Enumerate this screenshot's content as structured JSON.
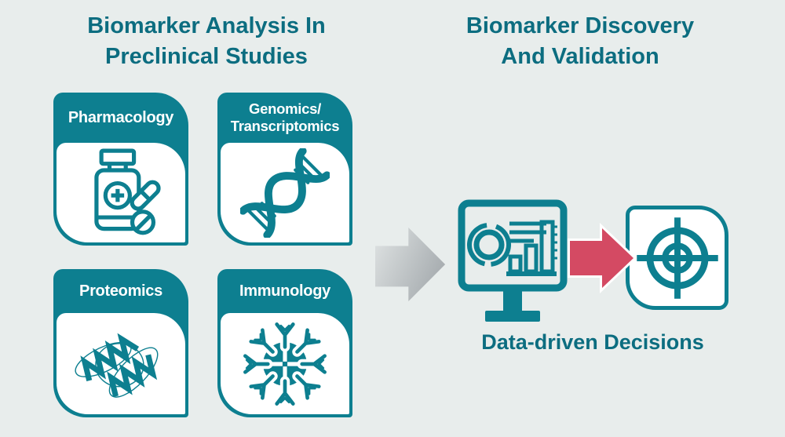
{
  "colors": {
    "background": "#e8edec",
    "teal": "#0d7f90",
    "title_teal": "#0c6d80",
    "card_label_text": "#ffffff",
    "red_arrow": "#d44a63",
    "gray_arrow_light": "#e0e4e4",
    "gray_arrow_dark": "#9ca2a6"
  },
  "left_section": {
    "title_line1": "Biomarker Analysis In",
    "title_line2": "Preclinical Studies",
    "cards": [
      {
        "label_line1": "Pharmacology",
        "icon": "medicine-bottle-icon"
      },
      {
        "label_line1": "Genomics/",
        "label_line2": "Transcriptomics",
        "icon": "dna-helix-icon"
      },
      {
        "label_line1": "Proteomics",
        "icon": "protein-structure-icon"
      },
      {
        "label_line1": "Immunology",
        "icon": "antibody-cell-icon"
      }
    ]
  },
  "flow": {
    "left_arrow_icon": "gray-right-arrow-icon",
    "middle_arrow_icon": "red-right-arrow-icon"
  },
  "right_section": {
    "title_line1": "Biomarker Discovery",
    "title_line2": "And Validation",
    "monitor_icon": "analytics-monitor-icon",
    "target_icon": "target-icon",
    "caption": "Data-driven Decisions"
  }
}
